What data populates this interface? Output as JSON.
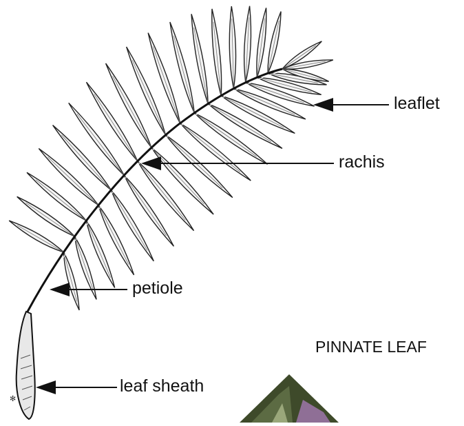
{
  "diagram": {
    "title": "PINNATE LEAF",
    "labels": {
      "leaflet": "leaflet",
      "rachis": "rachis",
      "petiole": "petiole",
      "leaf_sheath": "leaf sheath"
    }
  },
  "colors": {
    "ink": "#111111",
    "background": "#ffffff",
    "photo_green": "#5c6b43",
    "photo_purple": "#8f6f96"
  }
}
